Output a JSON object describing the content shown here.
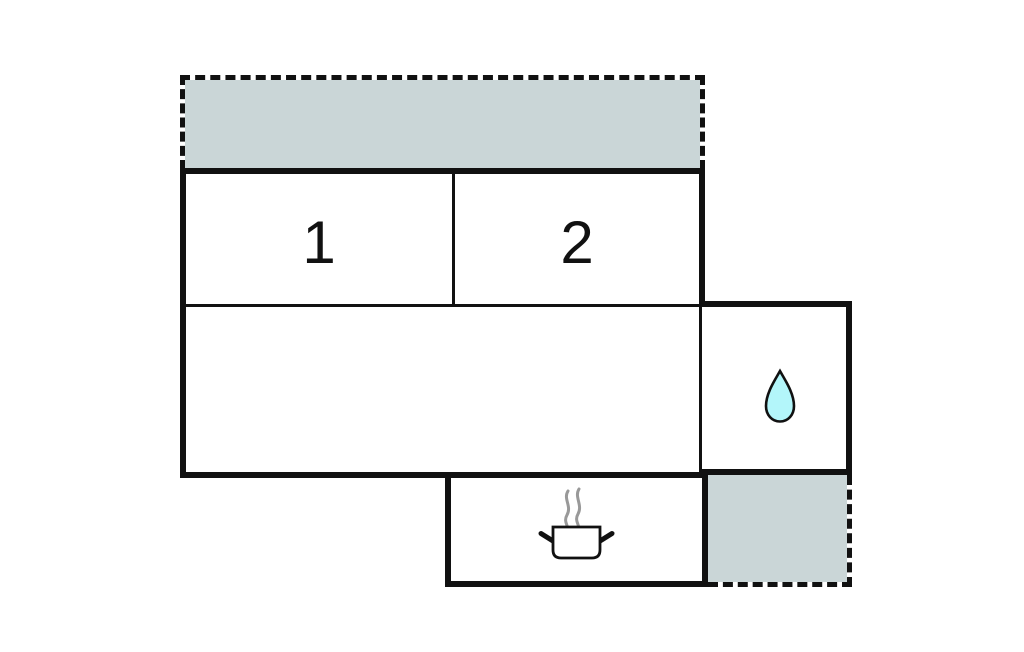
{
  "floorplan": {
    "rooms": [
      {
        "name": "bedroom-1",
        "label": "1"
      },
      {
        "name": "bedroom-2",
        "label": "2"
      },
      {
        "name": "living-room",
        "label": ""
      },
      {
        "name": "bathroom",
        "label": "",
        "icon": "water-drop-icon"
      },
      {
        "name": "kitchen",
        "label": "",
        "icon": "cooking-pot-icon"
      },
      {
        "name": "terrace-top",
        "label": "",
        "kind": "outdoor-area"
      },
      {
        "name": "terrace-bottom",
        "label": "",
        "kind": "outdoor-area"
      }
    ],
    "colors": {
      "wall": "#111111",
      "outdoor_fill": "#cad6d7",
      "water_drop_fill": "#b3f6fa",
      "steam": "#999999",
      "background": "#ffffff"
    }
  }
}
